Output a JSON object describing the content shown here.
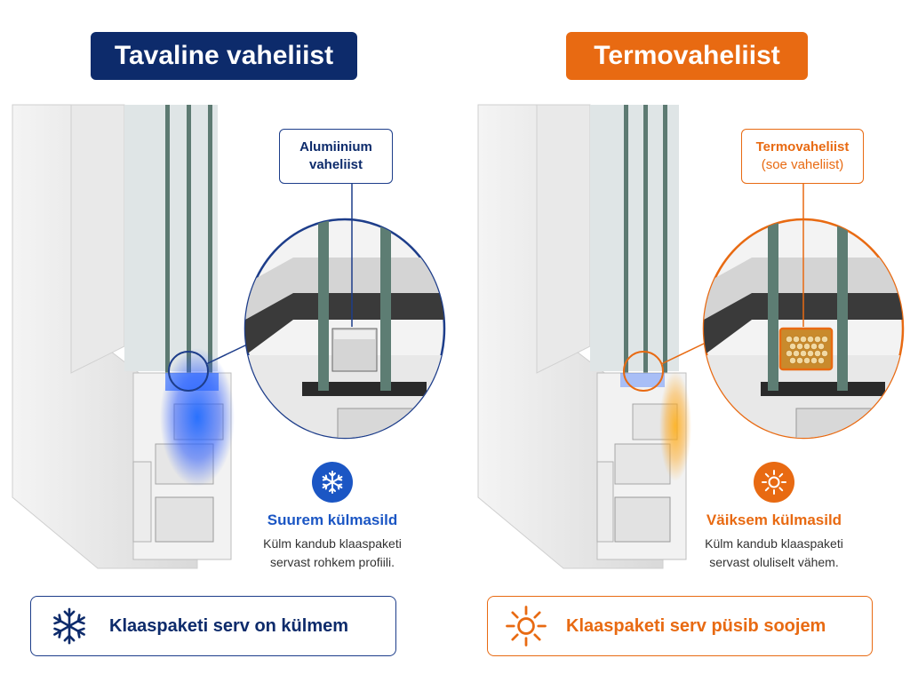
{
  "left": {
    "title": "Tavaline vaheliist",
    "callout_line1": "Alumiinium",
    "callout_line2": "vaheliist",
    "heading": "Suurem külmasild",
    "desc_line1": "Külm kandub klaaspaketi",
    "desc_line2": "servast rohkem profiili.",
    "bottom_text": "Klaaspaketi serv on külmem",
    "accent": "#1b56c4",
    "icon": "snowflake-icon"
  },
  "right": {
    "title": "Termovaheliist",
    "callout_line1": "Termovaheliist",
    "callout_line2": "(soe vaheliist)",
    "heading": "Väiksem külmasild",
    "desc_line1": "Külm kandub klaaspaketi",
    "desc_line2": "servast oluliselt vähem.",
    "bottom_text": "Klaaspaketi serv püsib soojem",
    "accent": "#e86a12",
    "icon": "sun-icon"
  }
}
